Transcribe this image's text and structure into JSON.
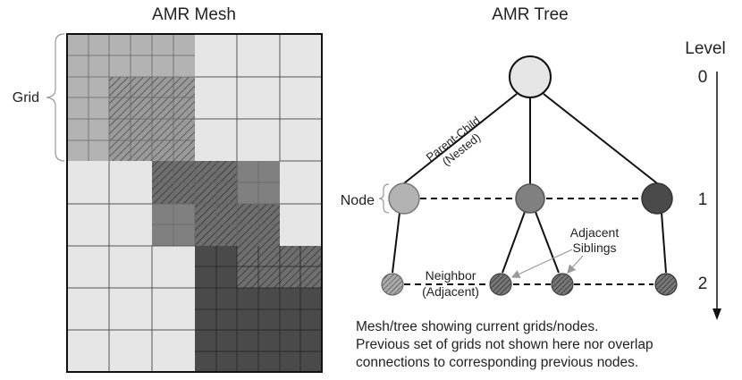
{
  "mesh": {
    "title": "AMR Mesh",
    "grid_label": "Grid"
  },
  "tree": {
    "title": "AMR Tree",
    "level_label": "Level",
    "levels": [
      "0",
      "1",
      "2"
    ],
    "node_label": "Node",
    "edge_label_line1": "Parent-Child",
    "edge_label_line2": "(Nested)",
    "neighbor_label_line1": "Neighbor",
    "neighbor_label_line2": "(Adjacent)",
    "adjacent_label_line1": "Adjacent",
    "adjacent_label_line2": "Siblings"
  },
  "caption": [
    "Mesh/tree showing current grids/nodes.",
    "Previous set of grids not shown here nor overlap",
    "connections to corresponding previous nodes."
  ],
  "colors": {
    "light": "#e6e6e6",
    "mid": "#b3b3b3",
    "dark_mid": "#808080",
    "dark": "#4a4a4a",
    "line": "#222222"
  }
}
